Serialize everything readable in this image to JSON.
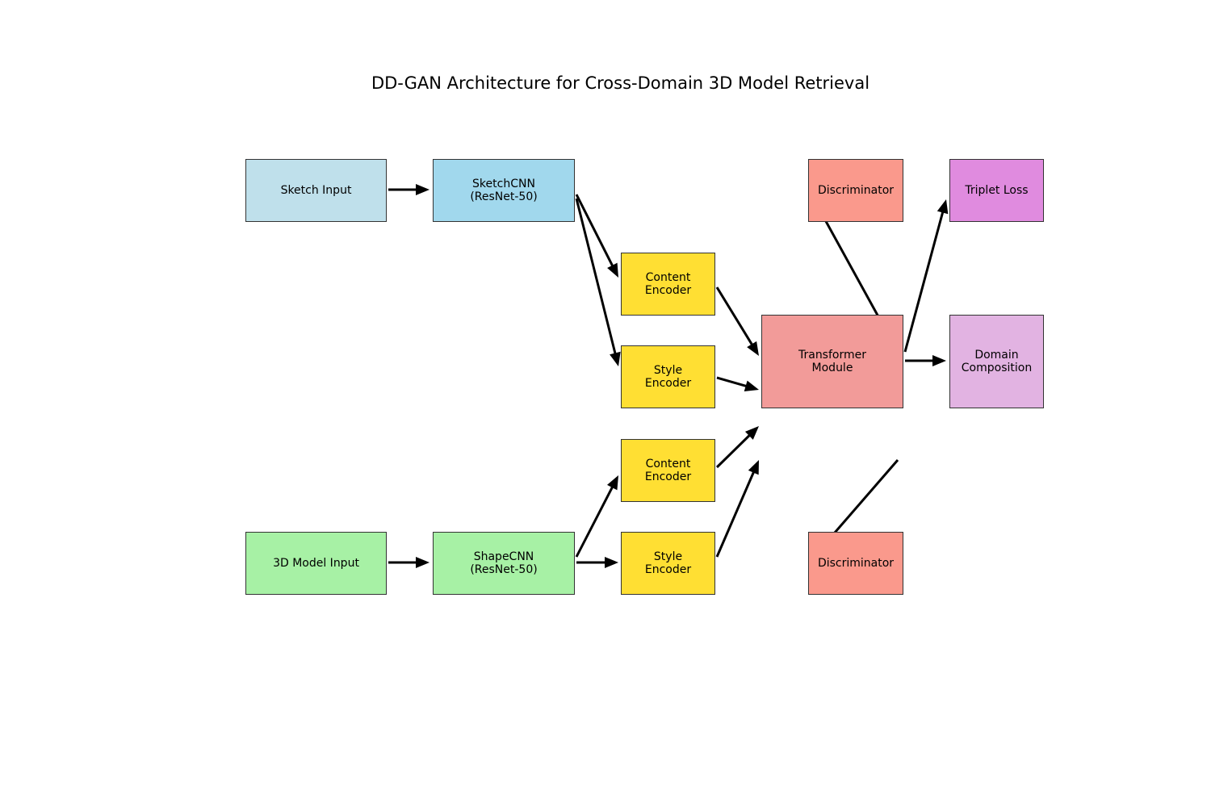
{
  "title": "DD-GAN Architecture for Cross-Domain 3D Model Retrieval",
  "colors": {
    "sketch_input": "#bfe0eb",
    "sketch_cnn": "#a1d8ed",
    "model_input": "#a7f1a5",
    "shape_cnn": "#a7f1a5",
    "encoder": "#ffdf33",
    "transformer": "#f29b99",
    "discriminator": "#fa998c",
    "triplet_loss": "#e08bdf",
    "domain_composition": "#e2b3e2",
    "arrow": "#000000",
    "border": "#333333"
  },
  "nodes": {
    "sketch_input": "Sketch Input",
    "sketch_cnn": "SketchCNN\n(ResNet-50)",
    "model_input": "3D Model Input",
    "shape_cnn": "ShapeCNN\n(ResNet-50)",
    "content_encoder_top": "Content\nEncoder",
    "style_encoder_top": "Style\nEncoder",
    "content_encoder_bottom": "Content\nEncoder",
    "style_encoder_bottom": "Style\nEncoder",
    "transformer": "Transformer\nModule",
    "discriminator_top": "Discriminator",
    "discriminator_bottom": "Discriminator",
    "triplet_loss": "Triplet Loss",
    "domain_composition": "Domain\nComposition"
  },
  "edges": [
    [
      "sketch_input",
      "sketch_cnn"
    ],
    [
      "sketch_cnn",
      "content_encoder_top"
    ],
    [
      "sketch_cnn",
      "style_encoder_top"
    ],
    [
      "model_input",
      "shape_cnn"
    ],
    [
      "shape_cnn",
      "content_encoder_bottom"
    ],
    [
      "shape_cnn",
      "style_encoder_bottom"
    ],
    [
      "content_encoder_top",
      "transformer"
    ],
    [
      "style_encoder_top",
      "transformer"
    ],
    [
      "content_encoder_bottom",
      "transformer"
    ],
    [
      "style_encoder_bottom",
      "transformer"
    ],
    [
      "transformer",
      "discriminator_top"
    ],
    [
      "transformer",
      "triplet_loss"
    ],
    [
      "transformer",
      "domain_composition"
    ],
    [
      "transformer",
      "discriminator_bottom"
    ]
  ]
}
